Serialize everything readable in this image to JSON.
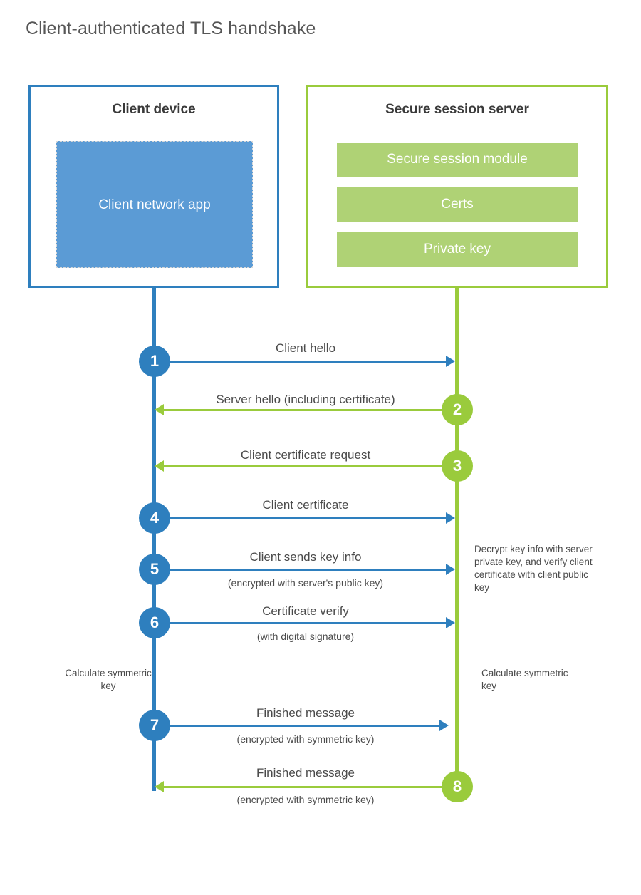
{
  "title": "Client-authenticated TLS handshake",
  "colors": {
    "client_blue": "#2E7FBE",
    "client_app_blue": "#5B9BD5",
    "server_green": "#9ACB3C",
    "server_bar_green": "#AFD275",
    "text": "#4A4A4A"
  },
  "actors": {
    "client": {
      "title": "Client device",
      "app_label": "Client network app"
    },
    "server": {
      "title": "Secure session server",
      "components": [
        "Secure session module",
        "Certs",
        "Private key"
      ]
    }
  },
  "messages": [
    {
      "step": "1",
      "label": "Client hello",
      "sublabel": "",
      "direction": "right",
      "color": "blue"
    },
    {
      "step": "2",
      "label": "Server hello (including certificate)",
      "sublabel": "",
      "direction": "left",
      "color": "green"
    },
    {
      "step": "3",
      "label": "Client certificate request",
      "sublabel": "",
      "direction": "left",
      "color": "green"
    },
    {
      "step": "4",
      "label": "Client certificate",
      "sublabel": "",
      "direction": "right",
      "color": "blue"
    },
    {
      "step": "5",
      "label": "Client sends key info",
      "sublabel": "(encrypted with server's public key)",
      "direction": "right",
      "color": "blue"
    },
    {
      "step": "6",
      "label": "Certificate verify",
      "sublabel": "(with digital signature)",
      "direction": "right",
      "color": "blue"
    },
    {
      "step": "7",
      "label": "Finished message",
      "sublabel": "(encrypted with symmetric key)",
      "direction": "right",
      "color": "blue"
    },
    {
      "step": "8",
      "label": "Finished message",
      "sublabel": "(encrypted with symmetric key)",
      "direction": "left",
      "color": "green"
    }
  ],
  "notes": {
    "server_decrypt": "Decrypt key info with server private key, and verify client certificate with client public key",
    "client_calculate": "Calculate symmetric key",
    "server_calculate": "Calculate symmetric key"
  }
}
